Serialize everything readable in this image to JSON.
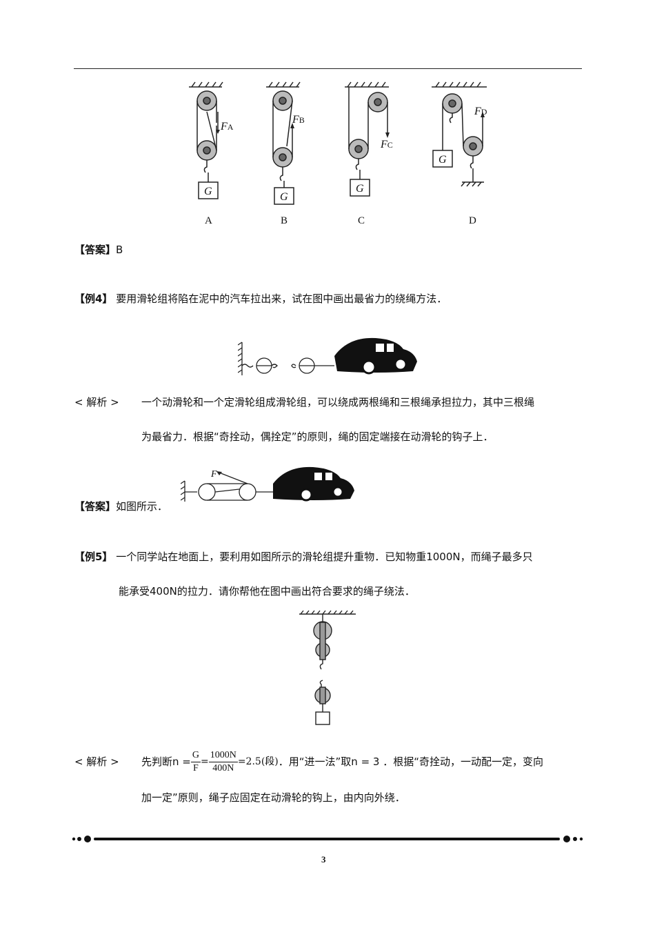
{
  "figure1": {
    "labels": [
      "A",
      "B",
      "C",
      "D"
    ],
    "forces": [
      "A",
      "B",
      "C",
      "D"
    ],
    "force_symbol": "F",
    "weight": "G"
  },
  "answer1": {
    "tag": "【答案】",
    "text": "B"
  },
  "ex4": {
    "tag": "【例4】",
    "question": "要用滑轮组将陷在泥中的汽车拉出来，试在图中画出最省力的绕绳方法．",
    "analysis_tag": "< 解析 >",
    "analysis_line1": "一个动滑轮和一个定滑轮组成滑轮组，可以绕成两根绳和三根绳承担拉力，其中三根绳",
    "analysis_line2": "为最省力．根据“奇拴动，偶拴定”的原则，绳的固定端接在动滑轮的钩子上．",
    "answer_tag": "【答案】",
    "answer_text": "如图所示．",
    "force_label": "F"
  },
  "ex5": {
    "tag": "【例5】",
    "question_line1": "一个同学站在地面上，要利用如图所示的滑轮组提升重物．已知物重1000N，而绳子最多只",
    "question_line2": "能承受400N的拉力．请你帮他在图中画出符合要求的绳子绕法．",
    "analysis_tag": "< 解析 >",
    "analysis_pre": "先判断n =",
    "frac1_num": "G",
    "frac1_den": "F",
    "eq": "=",
    "frac2_num": "1000N",
    "frac2_den": "400N",
    "result": "=2.5(段)",
    "analysis_mid": "．用“进一法”取n = 3 ．根据“奇拴动，一动配一定，变向",
    "analysis_line2": "加一定”原则，绳子应固定在动滑轮的钩上，由内向外绕．"
  },
  "footer": {
    "page_number": "3"
  }
}
